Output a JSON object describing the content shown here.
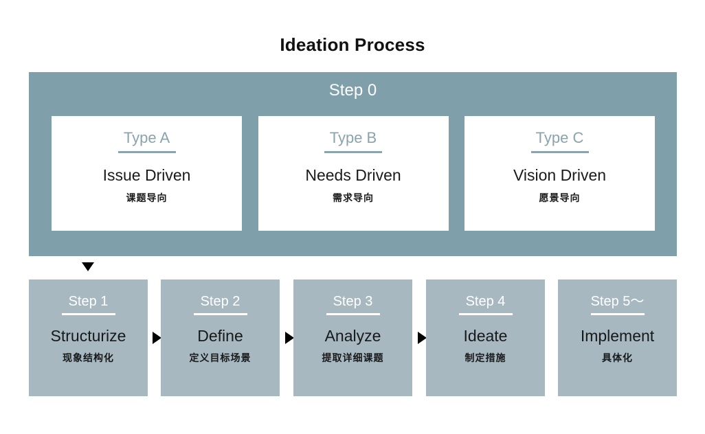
{
  "title": "Ideation Process",
  "colors": {
    "banner": "#7f9faa",
    "step_box": "#a7b8c0",
    "type_tag": "#8aa3ad",
    "card_bg": "#ffffff",
    "text_dark": "#1a1a1a",
    "text_light": "#ffffff",
    "arrow": "#000000"
  },
  "step0": {
    "label": "Step 0",
    "cards": [
      {
        "tag": "Type A",
        "en": "Issue Driven",
        "cn": "课题导向"
      },
      {
        "tag": "Type B",
        "en": "Needs Driven",
        "cn": "需求导向"
      },
      {
        "tag": "Type C",
        "en": "Vision Driven",
        "cn": "愿景导向"
      }
    ]
  },
  "steps": [
    {
      "label": "Step 1",
      "en": "Structurize",
      "cn": "现象结构化"
    },
    {
      "label": "Step 2",
      "en": "Define",
      "cn": "定义目标场景"
    },
    {
      "label": "Step 3",
      "en": "Analyze",
      "cn": "提取详细课题"
    },
    {
      "label": "Step 4",
      "en": "Ideate",
      "cn": "制定措施"
    },
    {
      "label": "Step 5〜",
      "en": "Implement",
      "cn": "具体化"
    }
  ],
  "flow": {
    "down_arrow": "down-triangle",
    "right_arrows": [
      "right-triangle",
      "right-triangle",
      "right-triangle"
    ]
  }
}
